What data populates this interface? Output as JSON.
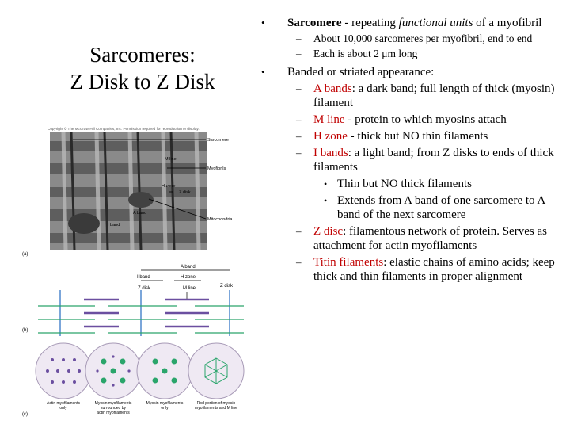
{
  "title": {
    "line1": "Sarcomeres:",
    "line2": "Z Disk to Z Disk"
  },
  "figure": {
    "copyright": "Copyright © The McGraw-Hill Companies, Inc. Permission required for reproduction or display.",
    "panel_labels": [
      "(a)",
      "(b)",
      "(c)"
    ],
    "micro_labels": [
      "Sarcomere",
      "M line",
      "Myofibrils",
      "H zone",
      "Z disk",
      "A band",
      "I band",
      "Mitochondria"
    ],
    "diagram_labels": {
      "a_band": "A band",
      "i_band": "I band",
      "h_zone": "H zone",
      "z_disk_left": "Z disk",
      "m_line": "M line",
      "z_disk_right": "Z disk"
    },
    "captions": [
      {
        "line1": "Actin myofilaments",
        "line2": "only",
        "line3": ""
      },
      {
        "line1": "Myosin myofilaments",
        "line2": "surrounded by",
        "line3": "actin myofilaments"
      },
      {
        "line1": "Myosin myofilaments",
        "line2": "only",
        "line3": ""
      },
      {
        "line1": "Rod portion of myosin",
        "line2": "myofilaments and M line",
        "line3": ""
      }
    ]
  },
  "bullets": {
    "b1": {
      "term": "Sarcomere",
      "dash": " - repeating ",
      "italic": "functional units",
      "rest": " of a myofibril"
    },
    "b1_subs": [
      {
        "text": "About 10,000 sarcomeres per myofibril, end to end"
      },
      {
        "text": "Each is about 2 μm long"
      }
    ],
    "b2": {
      "text": "Banded or striated appearance:"
    },
    "b2_subs": [
      {
        "term": "A bands",
        "text": ": a dark band; full length of thick (myosin) filament"
      },
      {
        "term": "M line",
        "text": " - protein to which myosins attach"
      },
      {
        "term": "H zone",
        "text": " - thick but NO thin filaments"
      },
      {
        "term": "I bands",
        "text": ": a light band; from Z disks to ends of thick filaments"
      }
    ],
    "i_band_subs": [
      {
        "text": "Thin but NO thick filaments"
      },
      {
        "text": "Extends from A band of one sarcomere to A band of the next sarcomere"
      }
    ],
    "b2_subs_more": [
      {
        "term": "Z disc",
        "text": ": filamentous network of protein. Serves as attachment for actin myofilaments"
      },
      {
        "term": "Titin filaments",
        "text": ": elastic chains of amino acids; keep thick and thin filaments in proper alignment"
      }
    ]
  },
  "markers": {
    "bullet": "•",
    "dash": "–"
  },
  "colors": {
    "accent_red": "#c00000",
    "actin_green": "#2aa56b",
    "myosin_purple": "#6b4fa0",
    "zdisk_blue": "#5a8fd0"
  }
}
